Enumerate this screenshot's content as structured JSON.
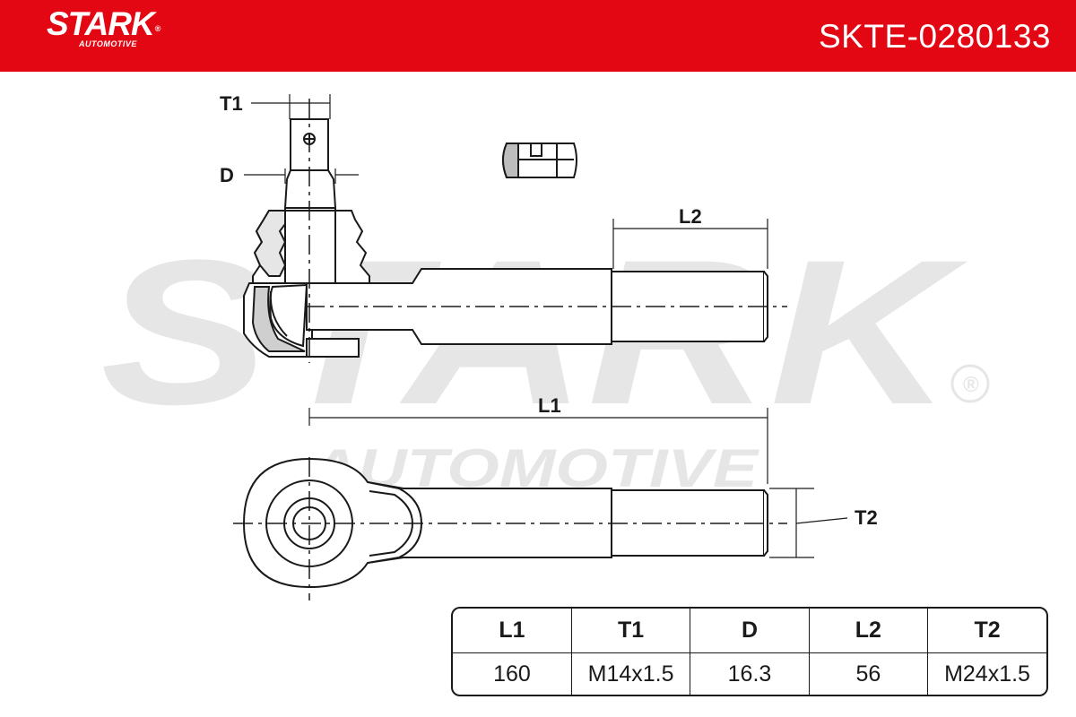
{
  "brand": {
    "name": "STARK",
    "subname": "AUTOMOTIVE",
    "registered_mark": "®",
    "color": "#e30613"
  },
  "header": {
    "part_number": "SKTE-0280133"
  },
  "watermark": {
    "main": "STARK",
    "sub": "AUTOMOTIVE",
    "registered_mark": "®"
  },
  "diagram": {
    "labels": {
      "t1": "T1",
      "d": "D",
      "l2": "L2",
      "l1": "L1",
      "t2": "T2"
    }
  },
  "spec_table": {
    "headers": [
      "L1",
      "T1",
      "D",
      "L2",
      "T2"
    ],
    "values": [
      "160",
      "M14x1.5",
      "16.3",
      "56",
      "M24x1.5"
    ]
  }
}
